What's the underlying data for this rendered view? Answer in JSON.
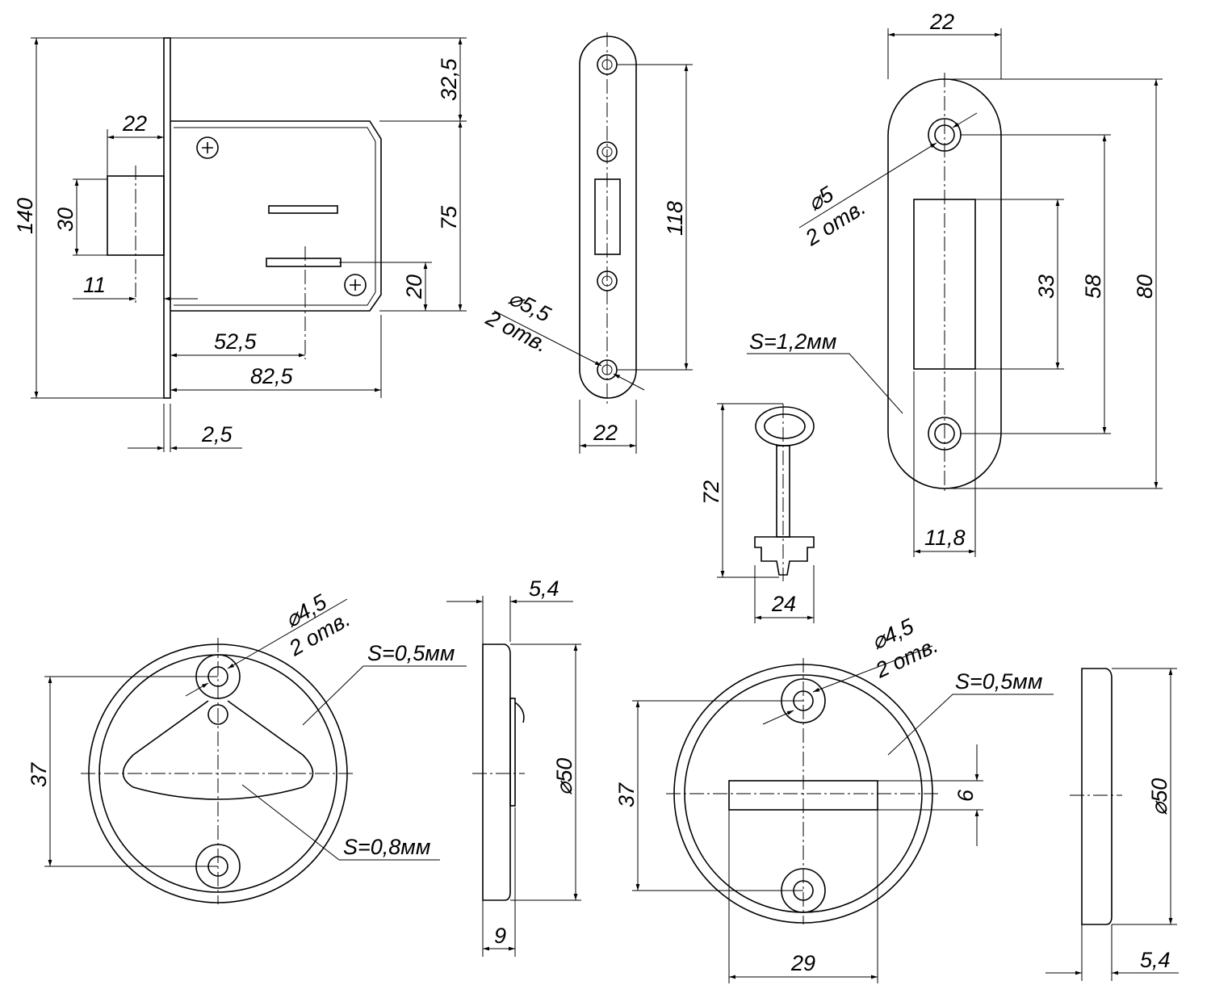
{
  "lock": {
    "height": "140",
    "top_offset": "32,5",
    "bolt_width": "22",
    "bolt_height": "30",
    "body_height": "75",
    "bolt_offset": "11",
    "key_offset": "20",
    "backset": "52,5",
    "body_depth": "82,5",
    "faceplate_thickness": "2,5"
  },
  "strike_plate": {
    "hole_spacing": "118",
    "width": "22",
    "hole_dia": "⌀5,5",
    "hole_count": "2 отв."
  },
  "strike_box": {
    "width": "22",
    "hole_dia": "⌀5",
    "hole_count": "2 отв.",
    "opening": "33",
    "hole_spacing": "58",
    "length": "80",
    "thickness": "S=1,2мм",
    "opening_width": "11,8"
  },
  "key": {
    "length": "72",
    "bit_width": "24"
  },
  "escutcheon_1": {
    "hole_dia": "⌀4,5",
    "hole_count": "2 отв.",
    "thickness": "S=0,5мм",
    "hole_spacing": "37",
    "cover_thickness": "S=0,8мм",
    "side_thickness": "5,4",
    "diameter": "⌀50",
    "depth": "9"
  },
  "escutcheon_2": {
    "hole_dia": "⌀4,5",
    "hole_count": "2 отв.",
    "thickness": "S=0,5мм",
    "hole_spacing": "37",
    "slot_height": "6",
    "slot_width": "29",
    "diameter": "⌀50",
    "side_thickness": "5,4"
  }
}
